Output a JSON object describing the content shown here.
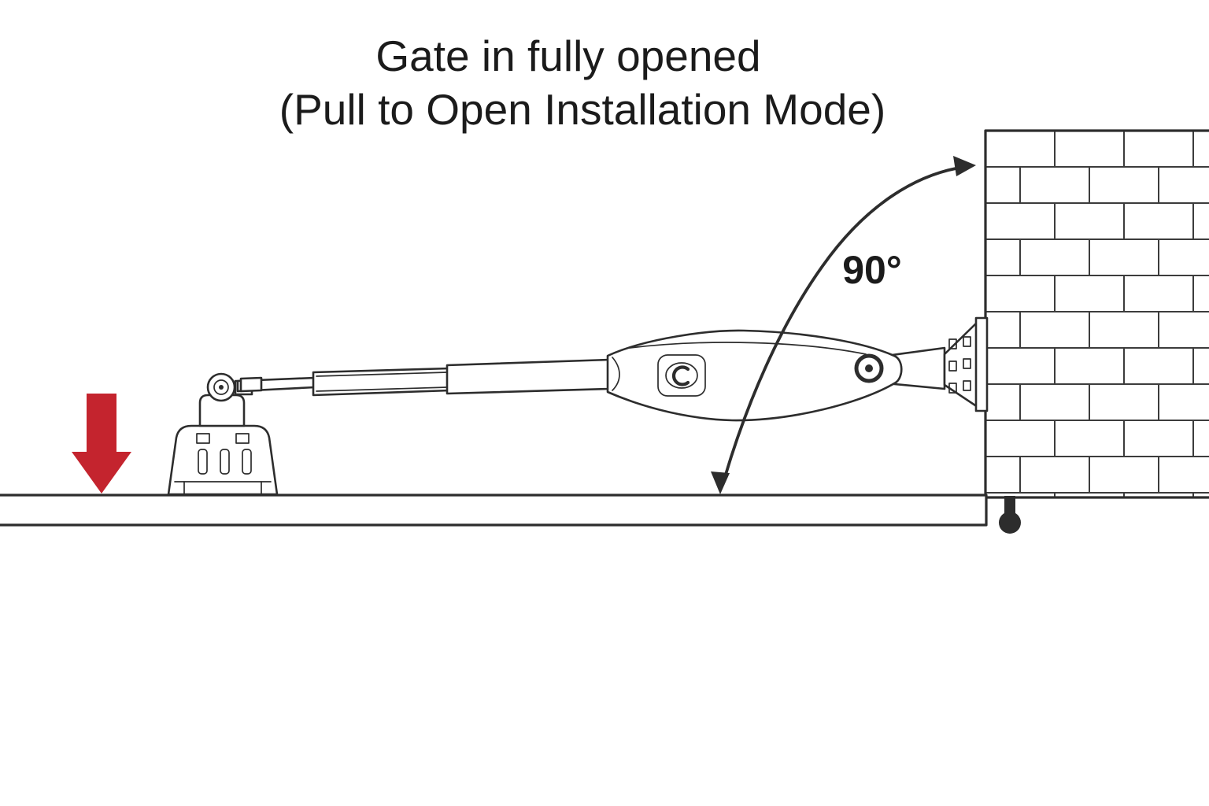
{
  "title": {
    "line1": "Gate in fully opened",
    "line2": "(Pull to Open Installation Mode)"
  },
  "annotation": {
    "angle_label": "90°"
  },
  "icons": {
    "down_arrow": "red-filled-down-arrow",
    "rotation_arrow": "curved-arc-double-arrowhead",
    "brand_logo": "oval-C-mark"
  },
  "colors": {
    "line": "#2d2d2d",
    "brick_line": "#3c3c3c",
    "arrow_red": "#c4242e",
    "background": "#ffffff",
    "text": "#1b1b1b"
  }
}
